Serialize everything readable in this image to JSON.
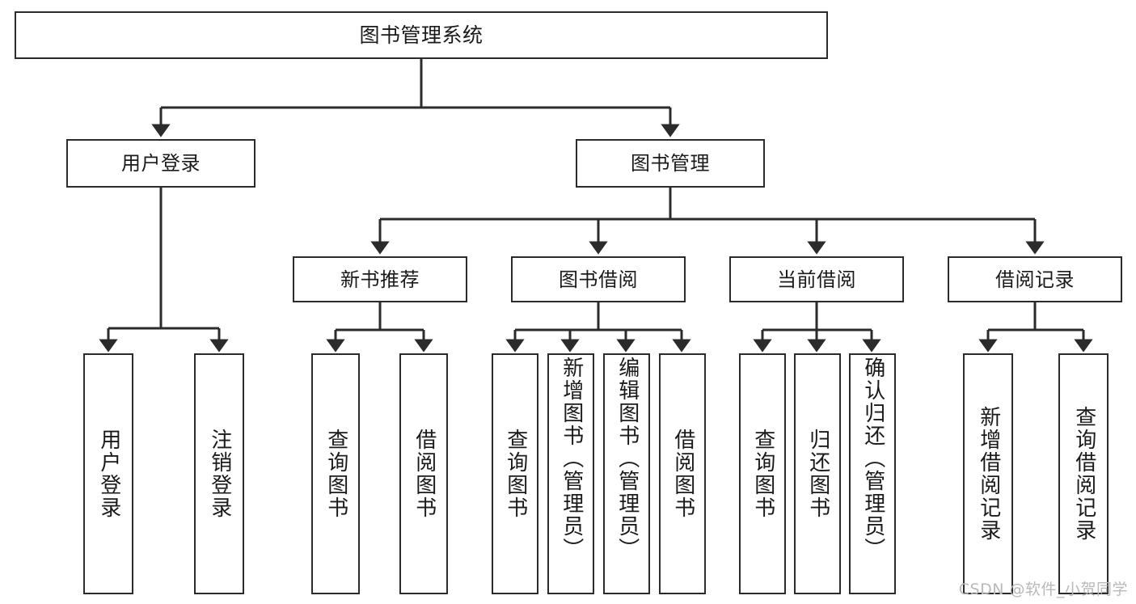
{
  "diagram": {
    "title": "图书管理系统",
    "type": "tree-hierarchy-chart",
    "colors": {
      "box_border": "#2b2b2b",
      "box_fill": "#ffffff",
      "edge": "#2b2b2b",
      "text": "#1a1a1a",
      "watermark": "#b9b9b9",
      "background": "#ffffff"
    },
    "root": {
      "label": "图书管理系统"
    },
    "level2": [
      {
        "label": "用户登录"
      },
      {
        "label": "图书管理"
      }
    ],
    "level3": [
      {
        "label": "新书推荐"
      },
      {
        "label": "图书借阅"
      },
      {
        "label": "当前借阅"
      },
      {
        "label": "借阅记录"
      }
    ],
    "leaves": {
      "user_login": [
        {
          "label": "用户登录"
        },
        {
          "label": "注销登录"
        }
      ],
      "new_book_recommend": [
        {
          "label": "查询图书"
        },
        {
          "label": "借阅图书"
        }
      ],
      "book_borrow": [
        {
          "label": "查询图书"
        },
        {
          "label": "新增图书（管理员）"
        },
        {
          "label": "编辑图书（管理员）"
        },
        {
          "label": "借阅图书"
        }
      ],
      "current_borrow": [
        {
          "label": "查询图书"
        },
        {
          "label": "归还图书"
        },
        {
          "label": "确认归还（管理员）"
        }
      ],
      "borrow_records": [
        {
          "label": "新增借阅记录"
        },
        {
          "label": "查询借阅记录"
        }
      ]
    },
    "watermark": "CSDN @软件_小贺同学"
  }
}
